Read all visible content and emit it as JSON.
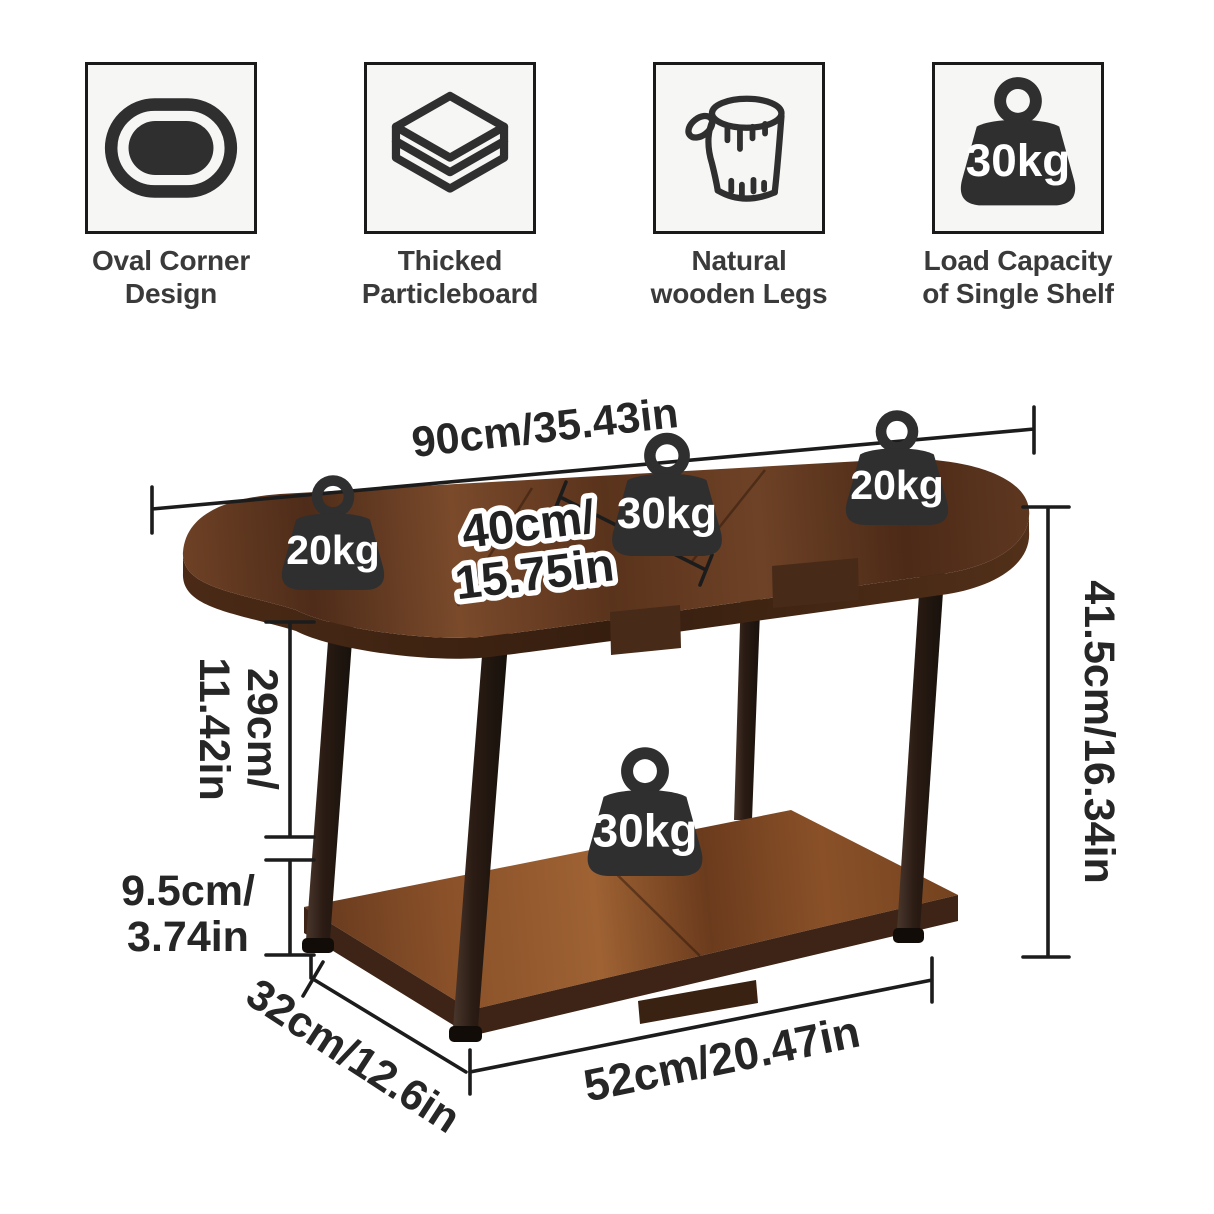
{
  "features": [
    {
      "icon": "oval-corner-icon",
      "label": "Oval Corner\nDesign"
    },
    {
      "icon": "particleboard-icon",
      "label": "Thicked\nParticleboard"
    },
    {
      "icon": "wooden-log-icon",
      "label": "Natural\nwooden Legs"
    },
    {
      "icon": "load-capacity-icon",
      "label": "Load Capacity\nof Single Shelf",
      "badge": "30kg"
    }
  ],
  "dimensions": {
    "top_width": "90cm/35.43in",
    "top_depth_line1": "40cm/",
    "top_depth_line2": "15.75in",
    "shelf_clearance_line1": "29cm/",
    "shelf_clearance_line2": "11.42in",
    "floor_clearance_line1": "9.5cm/",
    "floor_clearance_line2": "3.74in",
    "total_height": "41.5cm/16.34in",
    "shelf_depth": "32cm/12.6in",
    "shelf_width": "52cm/20.47in"
  },
  "load_badges": {
    "top_left": "20kg",
    "top_center": "30kg",
    "top_right": "20kg",
    "shelf": "30kg"
  },
  "colors": {
    "ink": "#262626",
    "line": "#1c1c1c",
    "badge": "#2f2f2f",
    "icon": "#2f2f2f",
    "box-bg": "#f6f6f5",
    "box-border": "#1a1a1a",
    "wood-light": "#9e6233",
    "wood-mid": "#6e4125",
    "wood-dark": "#4c2a17",
    "wood-edge": "#361e0f",
    "leg-dark": "#2b1c14"
  }
}
